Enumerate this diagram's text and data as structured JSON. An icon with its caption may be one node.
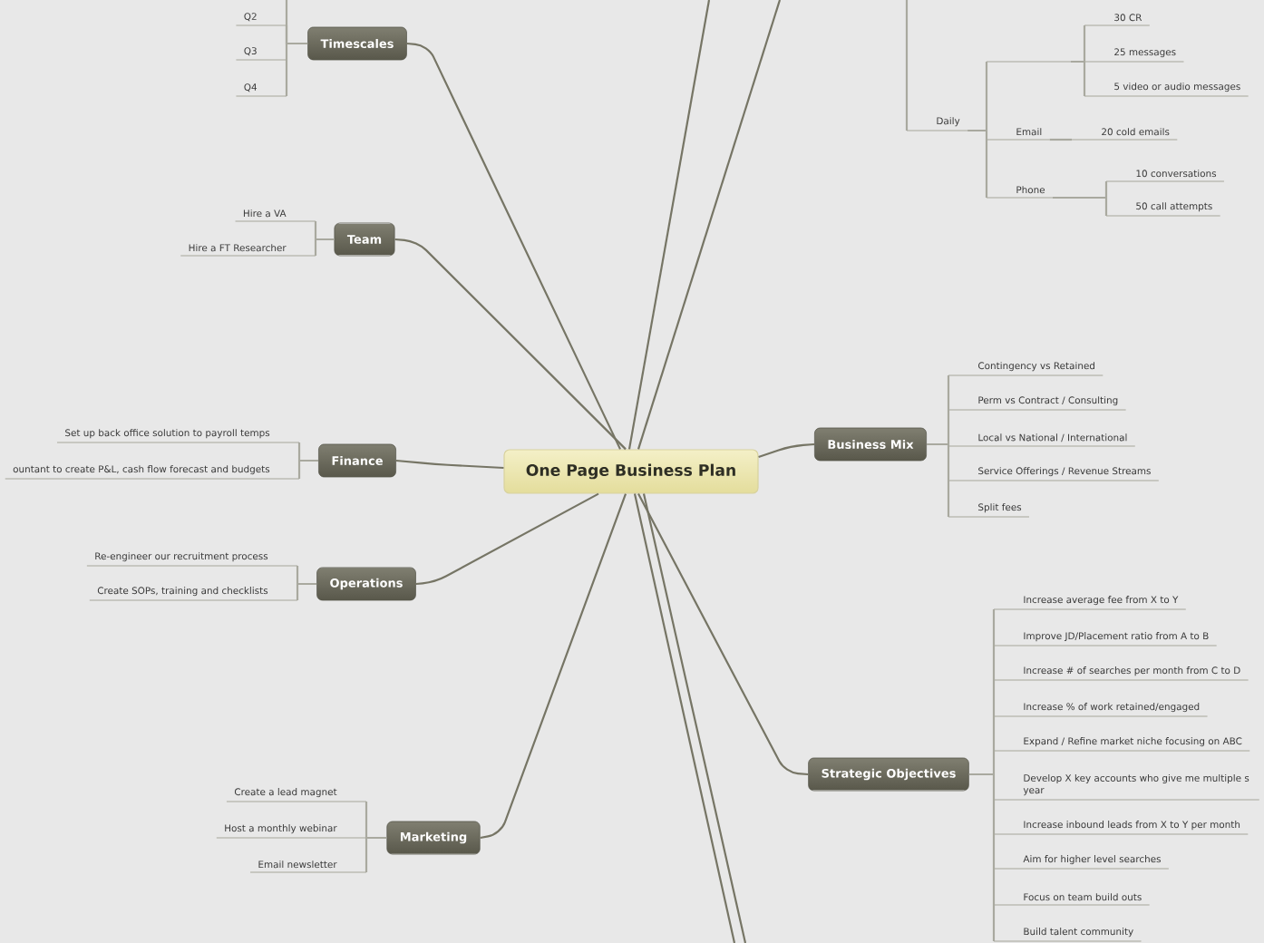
{
  "diagram": {
    "nodes": [
      {
        "text": [
          "One Page Business Plan"
        ]
      },
      {
        "text": [
          "Timescales"
        ]
      },
      {
        "text": [
          "Q2"
        ]
      },
      {
        "text": [
          "Q3"
        ]
      },
      {
        "text": [
          "Q4"
        ]
      },
      {
        "text": [
          "Team"
        ]
      },
      {
        "text": [
          "Hire a VA"
        ]
      },
      {
        "text": [
          "Hire a FT Researcher"
        ]
      },
      {
        "text": [
          "Finance"
        ]
      },
      {
        "text": [
          "Set up back office solution to payroll temps"
        ]
      },
      {
        "text": [
          "ountant to create P&L, cash flow forecast and budgets"
        ]
      },
      {
        "text": [
          "Operations"
        ]
      },
      {
        "text": [
          "Re-engineer our recruitment process"
        ]
      },
      {
        "text": [
          "Create SOPs, training and checklists"
        ]
      },
      {
        "text": [
          "Marketing"
        ]
      },
      {
        "text": [
          "Create a lead magnet"
        ]
      },
      {
        "text": [
          "Host a monthly webinar"
        ]
      },
      {
        "text": [
          "Email newsletter"
        ]
      },
      {
        "text": [
          "Business Mix"
        ]
      },
      {
        "text": [
          "Contingency vs Retained"
        ]
      },
      {
        "text": [
          "Perm vs Contract / Consulting"
        ]
      },
      {
        "text": [
          "Local vs National / International"
        ]
      },
      {
        "text": [
          "Service Offerings / Revenue Streams"
        ]
      },
      {
        "text": [
          "Split fees"
        ]
      },
      {
        "text": [
          "Strategic Objectives"
        ]
      },
      {
        "text": [
          "Increase average fee from X to Y"
        ]
      },
      {
        "text": [
          "Improve JD/Placement ratio from A to B"
        ]
      },
      {
        "text": [
          "Increase # of searches per month from C to D"
        ]
      },
      {
        "text": [
          "Increase % of work retained/engaged"
        ]
      },
      {
        "text": [
          "Expand / Refine market niche focusing on ABC"
        ]
      },
      {
        "text": [
          "Develop X key accounts who give me multiple s year"
        ]
      },
      {
        "text": [
          "Increase inbound leads from X to Y per month"
        ]
      },
      {
        "text": [
          "Aim for higher level searches"
        ]
      },
      {
        "text": [
          "Focus on team build outs"
        ]
      },
      {
        "text": [
          "Build talent community"
        ]
      },
      {
        "text": [
          "Daily"
        ]
      },
      {
        "text": [],
        "shape": "line"
      },
      {
        "text": [
          "30 CR"
        ]
      },
      {
        "text": [
          "25 messages"
        ]
      },
      {
        "text": [
          "5 video or audio messages"
        ]
      },
      {
        "text": [
          "Email"
        ]
      },
      {
        "text": [
          "20 cold emails"
        ]
      },
      {
        "text": [
          "Phone"
        ]
      },
      {
        "text": [
          "10 conversations"
        ]
      },
      {
        "text": [
          "50 call attempts"
        ]
      }
    ],
    "edges": [
      {
        "from": 0,
        "to": 1,
        "arrow": "none",
        "color": "#767565"
      },
      {
        "from": 0,
        "to": 5,
        "arrow": "none",
        "color": "#767565"
      },
      {
        "from": 0,
        "to": 8,
        "arrow": "none",
        "color": "#767565"
      },
      {
        "from": 0,
        "to": 11,
        "arrow": "none",
        "color": "#767565"
      },
      {
        "from": 0,
        "to": 14,
        "arrow": "none",
        "color": "#767565"
      },
      {
        "from": 0,
        "to": 18,
        "arrow": "none",
        "color": "#767565"
      },
      {
        "from": 0,
        "to": 24,
        "arrow": "none",
        "color": "#767565"
      },
      {
        "from": 0,
        "to": null,
        "arrow": "none",
        "color": "#767565"
      },
      {
        "from": 0,
        "to": null,
        "arrow": "none",
        "color": "#767565"
      },
      {
        "from": 0,
        "to": null,
        "arrow": "none",
        "color": "#767565"
      },
      {
        "from": 0,
        "to": null,
        "arrow": "none",
        "color": "#767565"
      },
      {
        "from": 1,
        "to": null,
        "arrow": "none"
      },
      {
        "from": 1,
        "to": 2,
        "arrow": "none"
      },
      {
        "from": 1,
        "to": 3,
        "arrow": "none"
      },
      {
        "from": 1,
        "to": 4,
        "arrow": "none"
      },
      {
        "from": 5,
        "to": 6,
        "arrow": "none"
      },
      {
        "from": 5,
        "to": 7,
        "arrow": "none"
      },
      {
        "from": 8,
        "to": 9,
        "arrow": "none"
      },
      {
        "from": 8,
        "to": 10,
        "arrow": "none"
      },
      {
        "from": 11,
        "to": 12,
        "arrow": "none"
      },
      {
        "from": 11,
        "to": 13,
        "arrow": "none"
      },
      {
        "from": 14,
        "to": 15,
        "arrow": "none"
      },
      {
        "from": 14,
        "to": 16,
        "arrow": "none"
      },
      {
        "from": 14,
        "to": 17,
        "arrow": "none"
      },
      {
        "from": 18,
        "to": 19,
        "arrow": "none"
      },
      {
        "from": 18,
        "to": 20,
        "arrow": "none"
      },
      {
        "from": 18,
        "to": 21,
        "arrow": "none"
      },
      {
        "from": 18,
        "to": 22,
        "arrow": "none"
      },
      {
        "from": 18,
        "to": 23,
        "arrow": "none"
      },
      {
        "from": 24,
        "to": 25,
        "arrow": "none"
      },
      {
        "from": 24,
        "to": 26,
        "arrow": "none"
      },
      {
        "from": 24,
        "to": 27,
        "arrow": "none"
      },
      {
        "from": 24,
        "to": 28,
        "arrow": "none"
      },
      {
        "from": 24,
        "to": 29,
        "arrow": "none"
      },
      {
        "from": 24,
        "to": 30,
        "arrow": "none"
      },
      {
        "from": 24,
        "to": 31,
        "arrow": "none"
      },
      {
        "from": 24,
        "to": 32,
        "arrow": "none"
      },
      {
        "from": 24,
        "to": 33,
        "arrow": "none"
      },
      {
        "from": 24,
        "to": 34,
        "arrow": "none"
      },
      {
        "from": null,
        "to": 35,
        "arrow": "none"
      },
      {
        "from": 35,
        "to": 36,
        "arrow": "none"
      },
      {
        "from": 35,
        "to": 40,
        "arrow": "none"
      },
      {
        "from": 35,
        "to": 42,
        "arrow": "none"
      },
      {
        "from": 36,
        "to": 37,
        "arrow": "none"
      },
      {
        "from": 36,
        "to": 38,
        "arrow": "none"
      },
      {
        "from": 36,
        "to": 39,
        "arrow": "none"
      },
      {
        "from": 40,
        "to": 41,
        "arrow": "none"
      },
      {
        "from": 42,
        "to": 43,
        "arrow": "none"
      },
      {
        "from": 42,
        "to": 44,
        "arrow": "none"
      }
    ]
  }
}
